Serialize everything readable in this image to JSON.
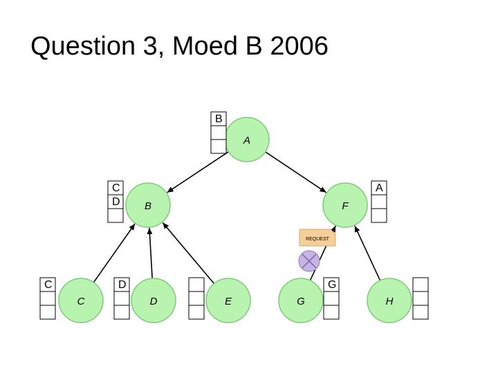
{
  "slide": {
    "title": "Question 3, Moed B 2006"
  },
  "diagram": {
    "nodes": [
      {
        "id": "A",
        "label": "A",
        "stack": [
          "B",
          "",
          ""
        ]
      },
      {
        "id": "B",
        "label": "B",
        "stack": [
          "C",
          "D",
          ""
        ]
      },
      {
        "id": "F",
        "label": "F",
        "stack": [
          "A",
          "",
          ""
        ]
      },
      {
        "id": "C",
        "label": "C",
        "stack": [
          "C",
          "",
          ""
        ]
      },
      {
        "id": "D",
        "label": "D",
        "stack": [
          "D",
          "",
          ""
        ]
      },
      {
        "id": "E",
        "label": "E",
        "stack": [
          "",
          "",
          ""
        ]
      },
      {
        "id": "G",
        "label": "G",
        "stack": [
          "G",
          "",
          ""
        ]
      },
      {
        "id": "H",
        "label": "H",
        "stack": [
          "",
          "",
          ""
        ]
      }
    ],
    "edges": [
      {
        "from": "A",
        "to": "B"
      },
      {
        "from": "A",
        "to": "F"
      },
      {
        "from": "C",
        "to": "B"
      },
      {
        "from": "D",
        "to": "B"
      },
      {
        "from": "E",
        "to": "B"
      },
      {
        "from": "G",
        "to": "F"
      },
      {
        "from": "H",
        "to": "F"
      }
    ],
    "request": {
      "label": "REQUEST",
      "color": "#f5cf9a"
    },
    "blocked_marker": {
      "color": "#c8b4e3"
    },
    "node_fill": "#b9f3b0",
    "node_stroke": "#7fc87a"
  }
}
